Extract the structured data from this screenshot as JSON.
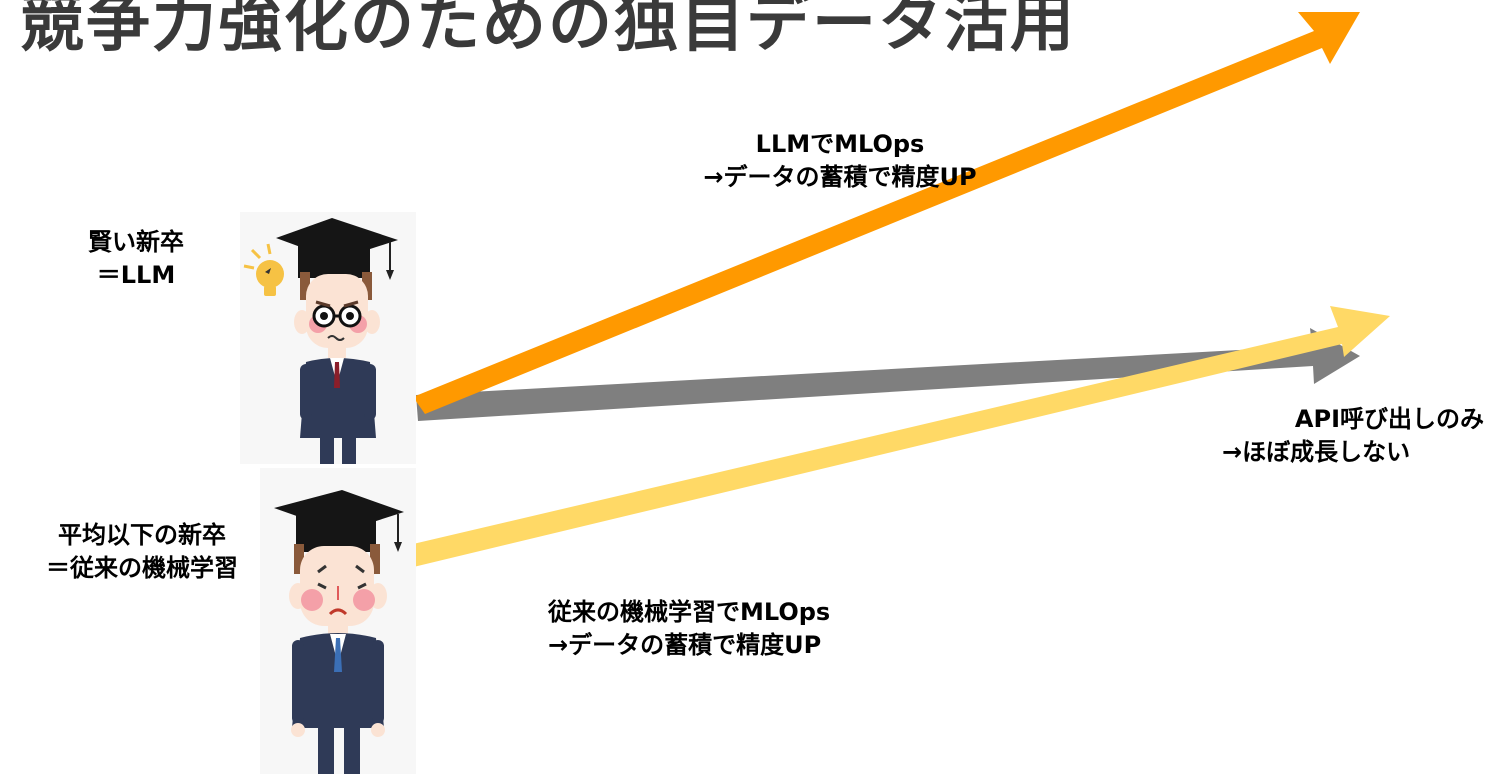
{
  "title": "競争力強化のための独自データ活用",
  "characters": {
    "smart": {
      "line1": "賢い新卒",
      "line2": "＝LLM"
    },
    "average": {
      "line1": "平均以下の新卒",
      "line2": "＝従来の機械学習"
    }
  },
  "arrows": {
    "llm_mlops": {
      "line1": "LLMでMLOps",
      "line2": "→データの蓄積で精度UP",
      "color": "#FF9900"
    },
    "api_only": {
      "line1": "API呼び出しのみ",
      "line2": "→ほぼ成長しない",
      "color": "#7F7F7F"
    },
    "ml_mlops": {
      "line1": "従来の機械学習でMLOps",
      "line2": "→データの蓄積で精度UP",
      "color": "#FFD966"
    }
  },
  "icons": [
    "graduate-smart-icon",
    "graduate-worried-icon",
    "lightbulb-icon"
  ]
}
